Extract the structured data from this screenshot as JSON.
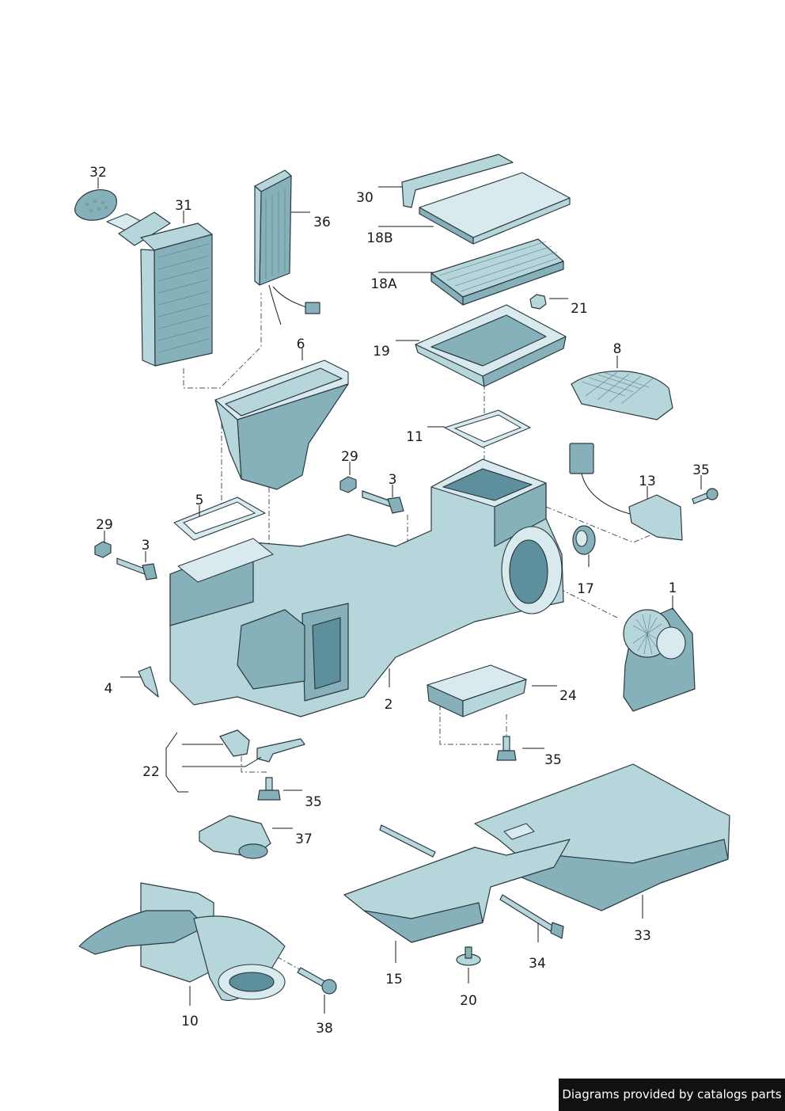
{
  "callouts": [
    {
      "id": "c32",
      "label": "32"
    },
    {
      "id": "c31",
      "label": "31"
    },
    {
      "id": "c36",
      "label": "36"
    },
    {
      "id": "c30",
      "label": "30"
    },
    {
      "id": "c18B",
      "label": "18B"
    },
    {
      "id": "c18A",
      "label": "18A"
    },
    {
      "id": "c21",
      "label": "21"
    },
    {
      "id": "c19",
      "label": "19"
    },
    {
      "id": "c8",
      "label": "8"
    },
    {
      "id": "c6",
      "label": "6"
    },
    {
      "id": "c11",
      "label": "11"
    },
    {
      "id": "c29a",
      "label": "29"
    },
    {
      "id": "c3a",
      "label": "3"
    },
    {
      "id": "c35a",
      "label": "35"
    },
    {
      "id": "c13",
      "label": "13"
    },
    {
      "id": "c5",
      "label": "5"
    },
    {
      "id": "c29b",
      "label": "29"
    },
    {
      "id": "c3b",
      "label": "3"
    },
    {
      "id": "c17",
      "label": "17"
    },
    {
      "id": "c1",
      "label": "1"
    },
    {
      "id": "c4",
      "label": "4"
    },
    {
      "id": "c2",
      "label": "2"
    },
    {
      "id": "c24",
      "label": "24"
    },
    {
      "id": "c22",
      "label": "22"
    },
    {
      "id": "c35b",
      "label": "35"
    },
    {
      "id": "c35c",
      "label": "35"
    },
    {
      "id": "c37",
      "label": "37"
    },
    {
      "id": "c33",
      "label": "33"
    },
    {
      "id": "c15",
      "label": "15"
    },
    {
      "id": "c34",
      "label": "34"
    },
    {
      "id": "c20",
      "label": "20"
    },
    {
      "id": "c10",
      "label": "10"
    },
    {
      "id": "c38",
      "label": "38"
    }
  ],
  "watermark": "Diagrams provided by catalogs parts",
  "colors": {
    "part_fill": "#b7d6dc",
    "part_shadow": "#86b0ba",
    "outline": "#2a3a40",
    "watermark_bg": "#111111"
  }
}
